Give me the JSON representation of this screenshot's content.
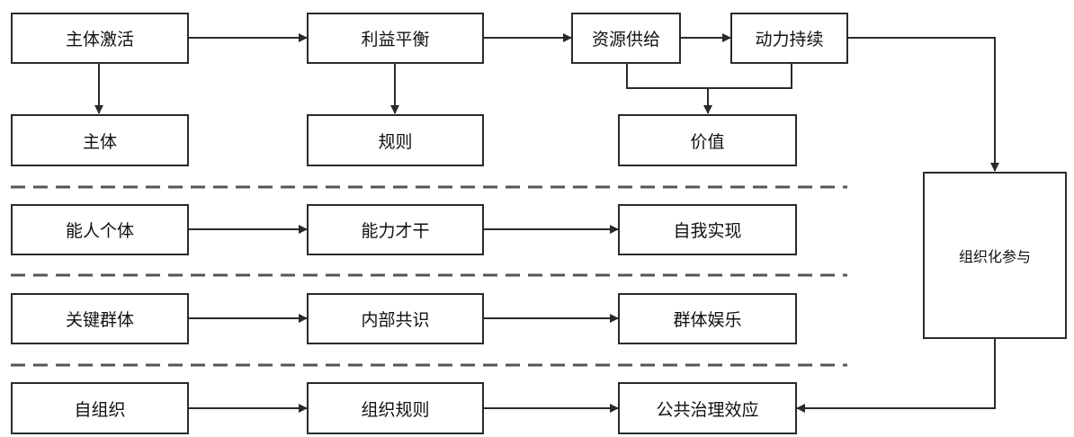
{
  "nodes": {
    "subject_activation": "主体激活",
    "interest_balance": "利益平衡",
    "resource_supply": "资源供给",
    "sustained_motivation": "动力持续",
    "subject": "主体",
    "rules": "规则",
    "value": "价值",
    "capable_individual": "能人个体",
    "ability_talent": "能力才干",
    "self_realization": "自我实现",
    "key_group": "关键群体",
    "internal_consensus": "内部共识",
    "group_entertainment": "群体娱乐",
    "self_organization": "自组织",
    "organization_rules": "组织规则",
    "public_governance_effect": "公共治理效应",
    "organized_participation": "组织化参与"
  },
  "colors": {
    "line": "#2a2a2a",
    "dash": "#555555",
    "text": "#111111"
  }
}
